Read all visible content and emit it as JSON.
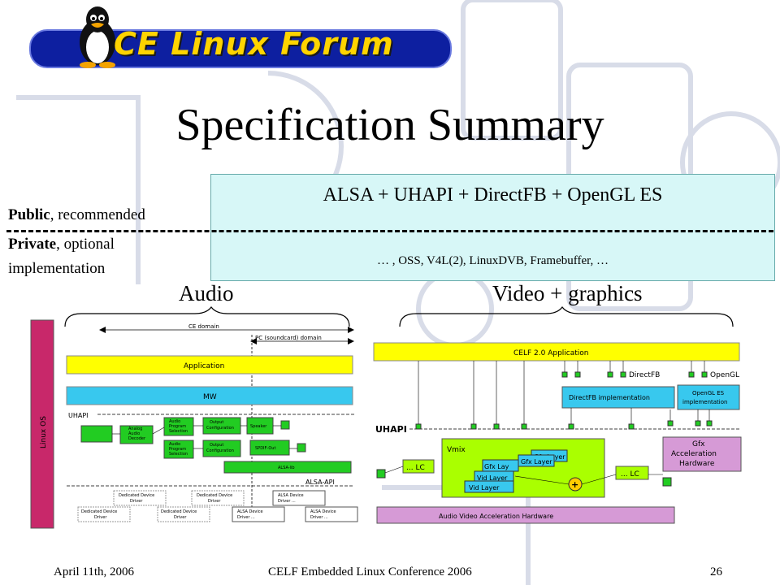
{
  "header": {
    "logo_text": "CE Linux Forum"
  },
  "title": "Specification Summary",
  "spec_box": {
    "main": "ALSA + UHAPI + DirectFB + OpenGL ES",
    "sub": "… , OSS, V4L(2), LinuxDVB, Framebuffer, …"
  },
  "legend": {
    "public_bold": "Public",
    "public_rest": ", recommended",
    "private_bold": "Private",
    "private_rest": ", optional",
    "private_line2": "implementation"
  },
  "sections": {
    "audio": "Audio",
    "video": "Video + graphics"
  },
  "audio_diagram": {
    "linux_os": "Linux OS",
    "ce_domain": "CE domain",
    "pc_domain": "PC (soundcard) domain",
    "application": "Application",
    "mw": "MW",
    "uhapi": "UHAPI",
    "analog_audio_decoder": [
      "Analog",
      "Audio",
      "Decoder"
    ],
    "audio_prog_sel": [
      "Audio",
      "Program",
      "Selection"
    ],
    "output_config": [
      "Output",
      "Configuration"
    ],
    "speaker": "Speaker",
    "spdif_out": "SPDIF-Out",
    "alsa_lib": "ALSA-lib",
    "alsa_api": "ALSA-API",
    "dedicated_driver": [
      "Dedicated Device",
      "Driver"
    ],
    "alsa_driver": [
      "ALSA Device",
      "Driver ..."
    ]
  },
  "video_diagram": {
    "application": "CELF 2.0 Application",
    "directfb": "DirectFB",
    "opengl": "OpenGL",
    "directfb_impl": "DirectFB implementation",
    "opengl_impl": [
      "OpenGL ES",
      "implementation"
    ],
    "uhapi": "UHAPI",
    "vmix": "Vmix",
    "lc": "... LC",
    "gfx_layer": "Gfx Layer",
    "gfx_layer_short": "Gfx Lay",
    "vid_layer": "Vid Layer",
    "gfx_accel": [
      "Gfx",
      "Acceleration",
      "Hardware"
    ],
    "av_accel": "Audio Video Acceleration Hardware"
  },
  "footer": {
    "date": "April 11th, 2006",
    "conference": "CELF Embedded Linux Conference 2006",
    "page": "26"
  }
}
